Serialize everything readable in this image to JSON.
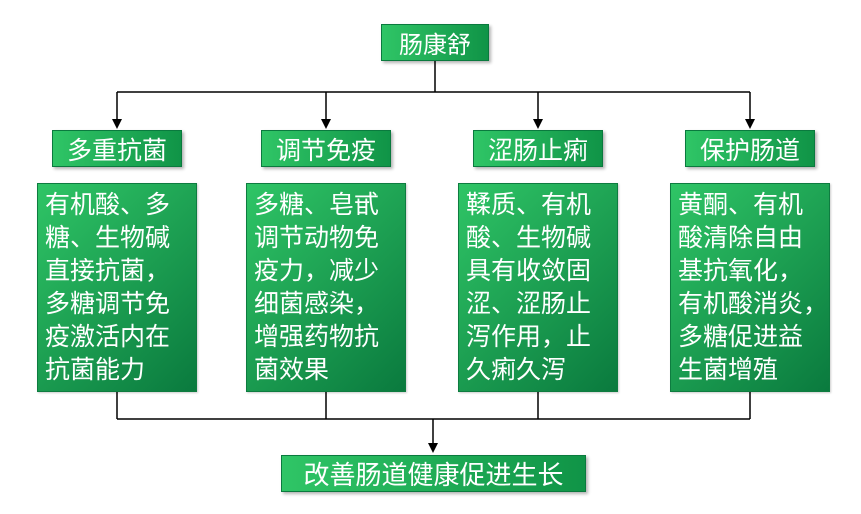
{
  "diagram": {
    "root": {
      "label": "肠康舒"
    },
    "branches": [
      {
        "title": "多重抗菌",
        "body": "有机酸、多\n糖、生物碱\n直接抗菌，\n多糖调节免\n疫激活内在\n抗菌能力"
      },
      {
        "title": "调节免疫",
        "body": "多糖、皂甙\n调节动物免\n疫力，减少\n细菌感染，\n增强药物抗\n菌效果"
      },
      {
        "title": "涩肠止痢",
        "body": "鞣质、有机\n酸、生物碱\n具有收敛固\n涩、涩肠止\n泻作用，止\n久痢久泻"
      },
      {
        "title": "保护肠道",
        "body": "黄酮、有机\n酸清除自由\n基抗氧化，\n有机酸消炎，\n多糖促进益\n生菌增殖"
      }
    ],
    "result": {
      "label": "改善肠道健康促进生长"
    },
    "colors": {
      "node_gradient_start": "#2fc566",
      "node_gradient_end": "#109447",
      "body_gradient_end": "#0a7a3e",
      "text": "#ffffff",
      "connector": "#000000",
      "background": "#ffffff"
    }
  }
}
